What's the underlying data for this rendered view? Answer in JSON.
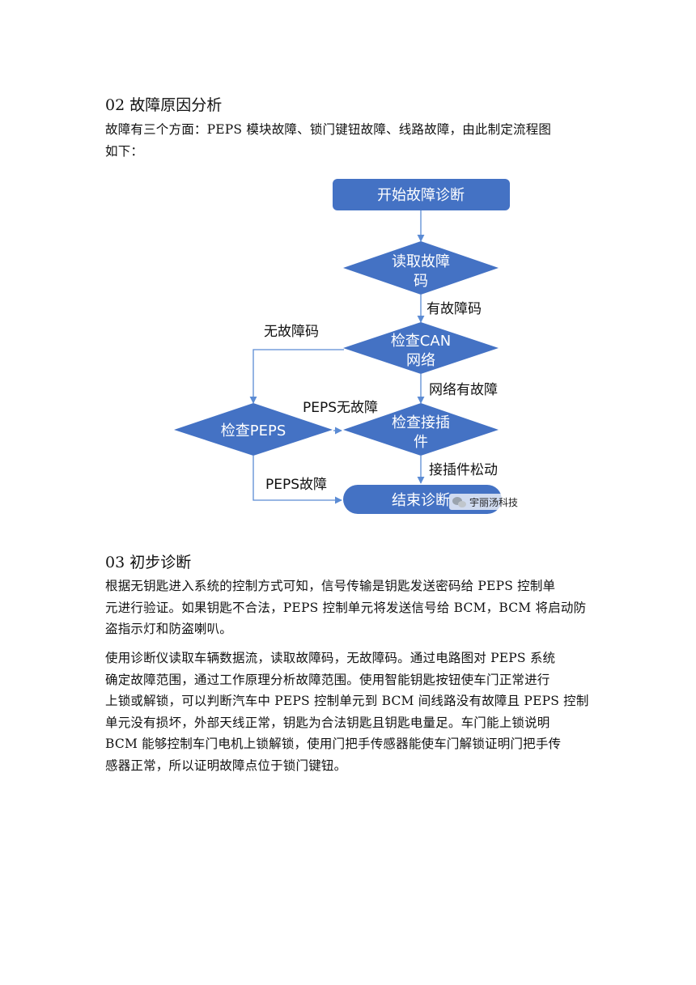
{
  "section2": {
    "heading": "02 故障原因分析",
    "intro_lines": [
      "故障有三个方面：PEPS 模块故障、锁门键钮故障、线路故障，由此制定流程图",
      "如下："
    ]
  },
  "flowchart": {
    "start": "开始故障诊断",
    "read_code": [
      "读取故障",
      "码"
    ],
    "check_can": [
      "检查CAN",
      "网络"
    ],
    "check_connector": [
      "检查接插",
      "件"
    ],
    "check_peps": "检查PEPS",
    "end": "结束诊断",
    "labels": {
      "has_code": "有故障码",
      "no_code": "无故障码",
      "network_fault": "网络有故障",
      "peps_ok": "PEPS无故障",
      "connector_loose": "接插件松动",
      "peps_fault": "PEPS故障"
    },
    "watermark": "宇丽汤科技",
    "colors": {
      "shape_fill": "#4472c4",
      "connector": "#5b8bd4"
    }
  },
  "section3": {
    "heading": "03 初步诊断",
    "para1_lines": [
      "根据无钥匙进入系统的控制方式可知，信号传输是钥匙发送密码给 PEPS 控制单",
      "元进行验证。如果钥匙不合法，PEPS 控制单元将发送信号给 BCM，BCM 将启动防",
      "盗指示灯和防盗喇叭。"
    ],
    "para2_lines": [
      "使用诊断仪读取车辆数据流，读取故障码，无故障码。通过电路图对 PEPS 系统",
      "确定故障范围，通过工作原理分析故障范围。使用智能钥匙按钮使车门正常进行",
      "上锁或解锁，可以判断汽车中 PEPS 控制单元到 BCM 间线路没有故障且 PEPS 控制",
      "单元没有损坏，外部天线正常，钥匙为合法钥匙且钥匙电量足。车门能上锁说明",
      "BCM 能够控制车门电机上锁解锁，使用门把手传感器能使车门解锁证明门把手传",
      "感器正常，所以证明故障点位于锁门键钮。"
    ]
  }
}
